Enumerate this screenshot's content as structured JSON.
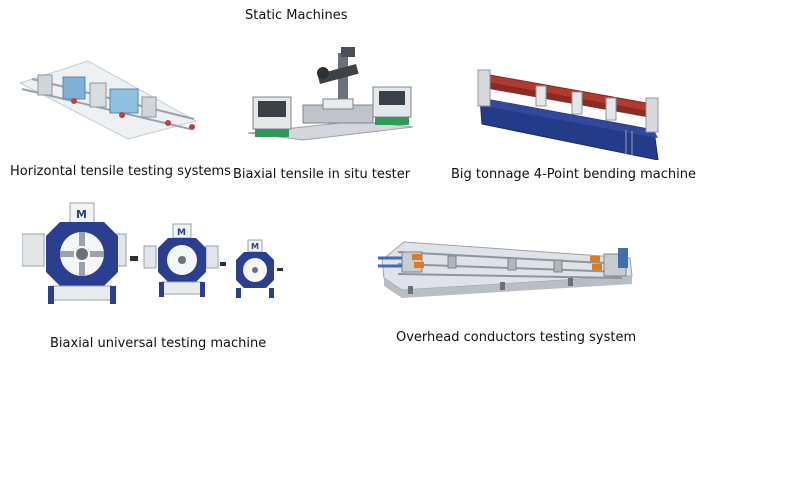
{
  "page": {
    "title": "Static Machines"
  },
  "machines": [
    {
      "id": "horizontal",
      "caption": "Horizontal tensile testing systems"
    },
    {
      "id": "biaxial-insitu",
      "caption": "Biaxial tensile in situ tester"
    },
    {
      "id": "four-point",
      "caption": "Big tonnage 4-Point bending machine"
    },
    {
      "id": "biaxial-universal",
      "caption": "Biaxial universal testing machine"
    },
    {
      "id": "overhead",
      "caption": "Overhead conductors testing system"
    }
  ],
  "colors": {
    "machine_blue": "#2a3f8f",
    "frame_red": "#a8382c",
    "accent_orange": "#e07a22",
    "metal_grey": "#b9bec4"
  }
}
